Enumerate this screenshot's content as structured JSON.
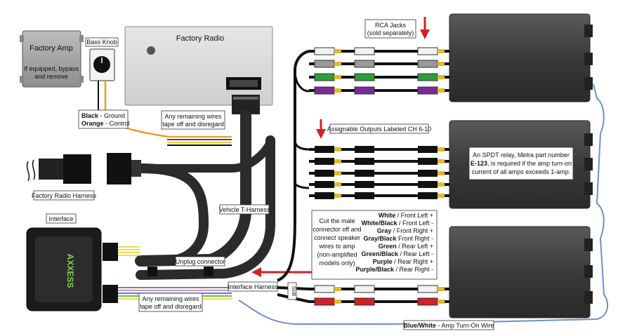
{
  "factory_amp": {
    "title": "Factory Amp",
    "note_line1": "If equipped, bypass",
    "note_line2": "and remove"
  },
  "bass_knob": {
    "label": "Bass Knob"
  },
  "factory_radio": {
    "title": "Factory Radio"
  },
  "bass_wires": {
    "black_name": "Black",
    "black_desc": " - Ground",
    "orange_name": "Orange",
    "orange_desc": " - Control"
  },
  "tape_off_top": {
    "line1": "Any remaining wires",
    "line2": "tape off and disregard"
  },
  "tape_off_bottom": {
    "line1": "Any remaining wires",
    "line2": "tape off and disregard"
  },
  "factory_harness": {
    "label": "Factory Radio Harness"
  },
  "vehicle_harness": {
    "label": "Vehicle T-Harness"
  },
  "interface": {
    "label": "Interface",
    "brand": "AXXESS"
  },
  "unplug": {
    "label": "Unplug connector"
  },
  "interface_harness": {
    "label": "Interface Harness"
  },
  "sub": {
    "label": "SUB"
  },
  "rca_jacks": {
    "line1": "RCA Jacks",
    "line2": "(sold separately)"
  },
  "assignable": {
    "label": "Assignable Outputs Labeled CH 6-10"
  },
  "relay_note": {
    "line1": "An SPDT relay, Metra part number",
    "part": "E-123",
    "line2_rest": ", is required if the amp turn-on",
    "line3": "current of all amps exceeds 1-amp."
  },
  "cut_note": {
    "line1": "Cut the male",
    "line2": "connector off and",
    "line3": "connect speaker",
    "line4": "wires to amp",
    "line5": "(non-amplified",
    "line6": "models only)"
  },
  "speaker_wires": [
    {
      "name": "White",
      "desc": " / Front Left +"
    },
    {
      "name": "White/Black",
      "desc": " / Front Left -"
    },
    {
      "name": "Gray",
      "desc": " / Front Right +"
    },
    {
      "name": "Gray/Black",
      "desc": " Front Right -"
    },
    {
      "name": "Green",
      "desc": " / Rear Left +"
    },
    {
      "name": "Green/Black",
      "desc": " / Rear Left -"
    },
    {
      "name": "Purple",
      "desc": " / Rear Right +"
    },
    {
      "name": "Purple/Black",
      "desc": " / Rear Right -"
    }
  ],
  "turn_on": {
    "name": "Blue/White",
    "desc": " - Amp Turn-On Wire"
  },
  "colors": {
    "white": "#f2f2f2",
    "gray": "#9a9a9a",
    "green": "#2e9e3a",
    "purple": "#7a2a9c",
    "black": "#111111",
    "red": "#d61f26",
    "arrow": "#d61f26",
    "blue_wire": "#6b8fc9",
    "amp": "#3c3c3c",
    "radio": "#dcdcdc"
  }
}
